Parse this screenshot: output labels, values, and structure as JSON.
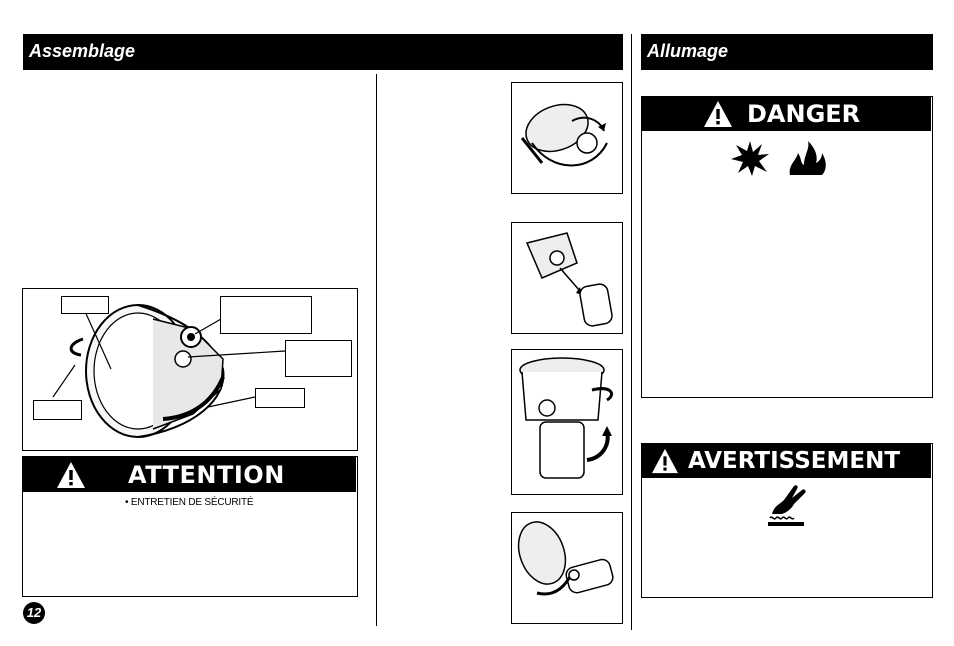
{
  "left_section": {
    "title": "Assemblage"
  },
  "right_section": {
    "title": "Allumage"
  },
  "caution_box": {
    "heading": "ATTENTION",
    "bullet": "• ENTRETIEN DE SÉCURITÉ"
  },
  "danger_box": {
    "heading": "DANGER"
  },
  "warning_box": {
    "heading": "AVERTISSEMENT"
  },
  "page": {
    "number": "12"
  },
  "colors": {
    "bar": "#000000",
    "text_on_bar": "#ffffff",
    "background": "#ffffff"
  },
  "icons": [
    "warning-triangle-icon",
    "explosion-icon",
    "fire-icon",
    "hot-surface-hand-icon"
  ]
}
